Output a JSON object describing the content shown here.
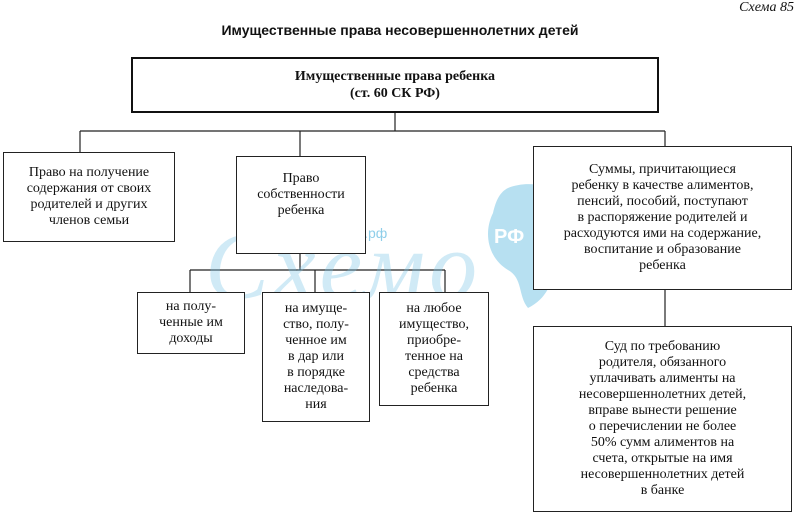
{
  "scheme_label": "Схема 85",
  "title": "Имущественные права несовершеннолетних детей",
  "root": {
    "line1": "Имущественные права ребенка",
    "line2": "(ст. 60 СК РФ)"
  },
  "nodes": {
    "maintenance": "Право на получение\nсодержания от своих\nродителей и других\nчленов семьи",
    "ownership": "Право\nсобственности\nребенка",
    "alimony_sums": "Суммы, причитающиеся\nребенку в качестве алиментов,\nпенсий, пособий, поступают\nв распоряжение родителей и\nрасходуются ими на содержание,\nвоспитание и образование\nребенка",
    "court": "Суд по требованию\nродителя, обязанного\nуплачивать алименты на\nнесовершеннолетних детей,\nвправе вынести решение\nо перечислении не  более\n50% сумм алиментов на\nсчета, открытые на имя\nнесовершеннолетних детей\nв банке",
    "income": "на полу-\nченные им\nдоходы",
    "gift": "на имуще-\nство, полу-\nченное им\nв дар или\nв порядке\nнаследова-\nния",
    "purchased": "на любое\nимущество,\nприобре-\nтенное на\nсредства\nребенка"
  },
  "watermark": {
    "url": "http://схемо.рф",
    "word": "Схемо",
    "badge": "РФ",
    "color": "#7cc6e6"
  }
}
